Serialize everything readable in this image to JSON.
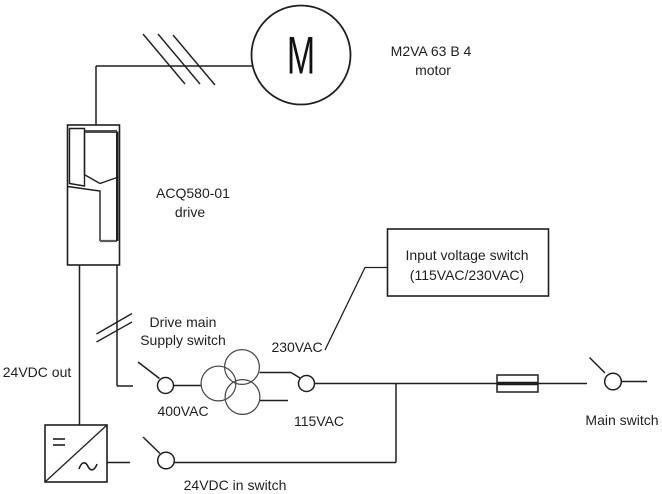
{
  "colors": {
    "line": "#1f1f1f",
    "background": "#ffffff",
    "thick_gray": "#4d4d4d"
  },
  "motor": {
    "letter": "M",
    "name_line1": "M2VA 63 B 4",
    "name_line2": "motor"
  },
  "drive": {
    "name_line1": "ACQ580-01",
    "name_line2": "drive"
  },
  "callout_box": {
    "line1": "Input voltage switch",
    "line2": "(115VAC/230VAC)"
  },
  "switches": {
    "supply_line1": "Drive main",
    "supply_line2": "Supply switch",
    "dc_in_label": "24VDC in switch",
    "main_label": "Main switch"
  },
  "voltages": {
    "v230": "230VAC",
    "v400": "400VAC",
    "v115": "115VAC",
    "dc_out": "24VDC out"
  }
}
